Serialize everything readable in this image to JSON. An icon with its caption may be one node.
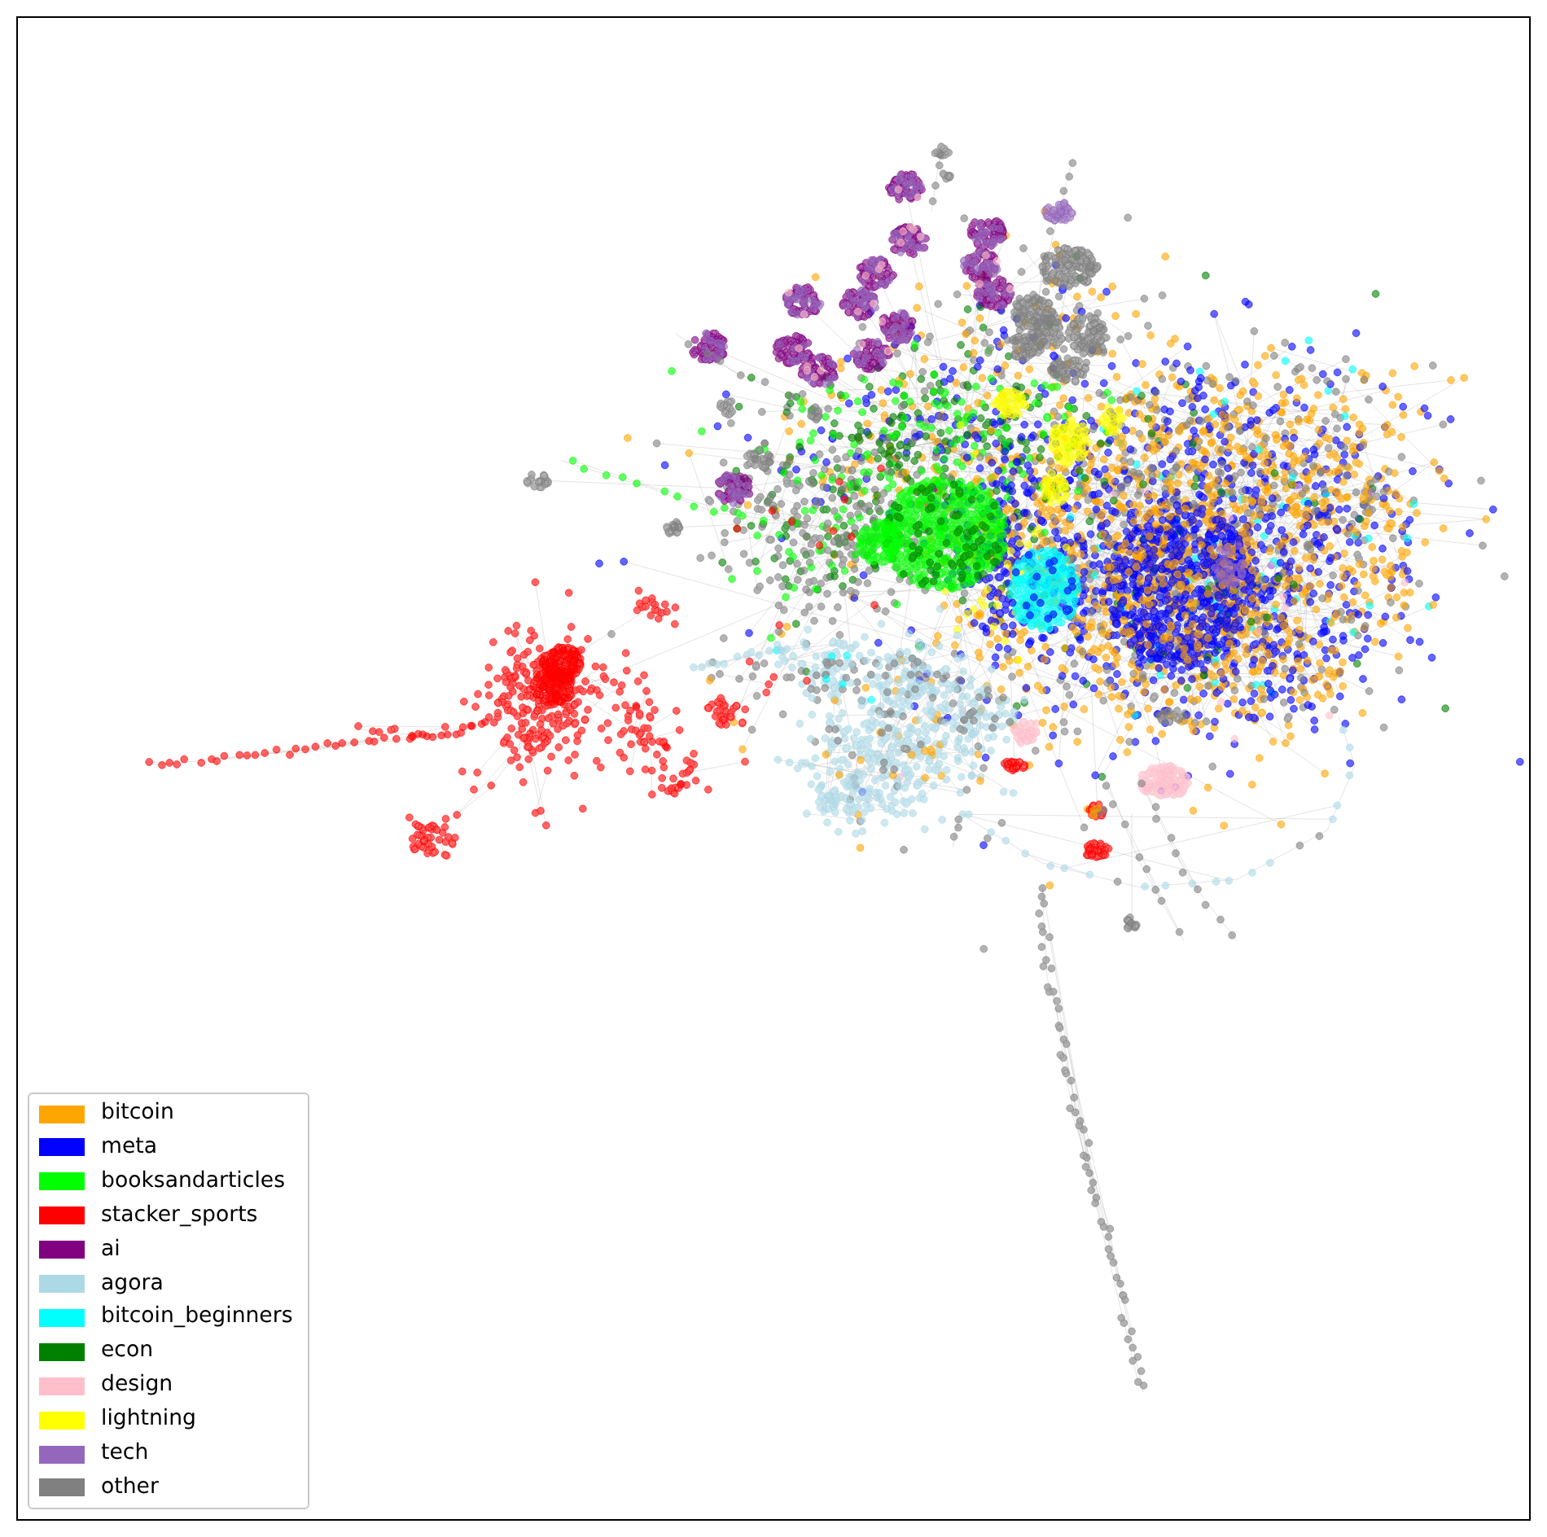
{
  "diagram": {
    "legend": [
      {
        "text": "bitcoin",
        "color": "#ffa500"
      },
      {
        "text": "meta",
        "color": "#0000ff"
      },
      {
        "text": "booksandarticles",
        "color": "#00ff00"
      },
      {
        "text": "stacker_sports",
        "color": "#ff0000"
      },
      {
        "text": "ai",
        "color": "#800080"
      },
      {
        "text": "agora",
        "color": "#add8e6"
      },
      {
        "text": "bitcoin_beginners",
        "color": "#00ffff"
      },
      {
        "text": "econ",
        "color": "#008000"
      },
      {
        "text": "design",
        "color": "#ffc0cb"
      },
      {
        "text": "lightning",
        "color": "#ffff00"
      },
      {
        "text": "tech",
        "color": "#9467bd"
      },
      {
        "text": "other",
        "color": "#808080"
      }
    ]
  }
}
